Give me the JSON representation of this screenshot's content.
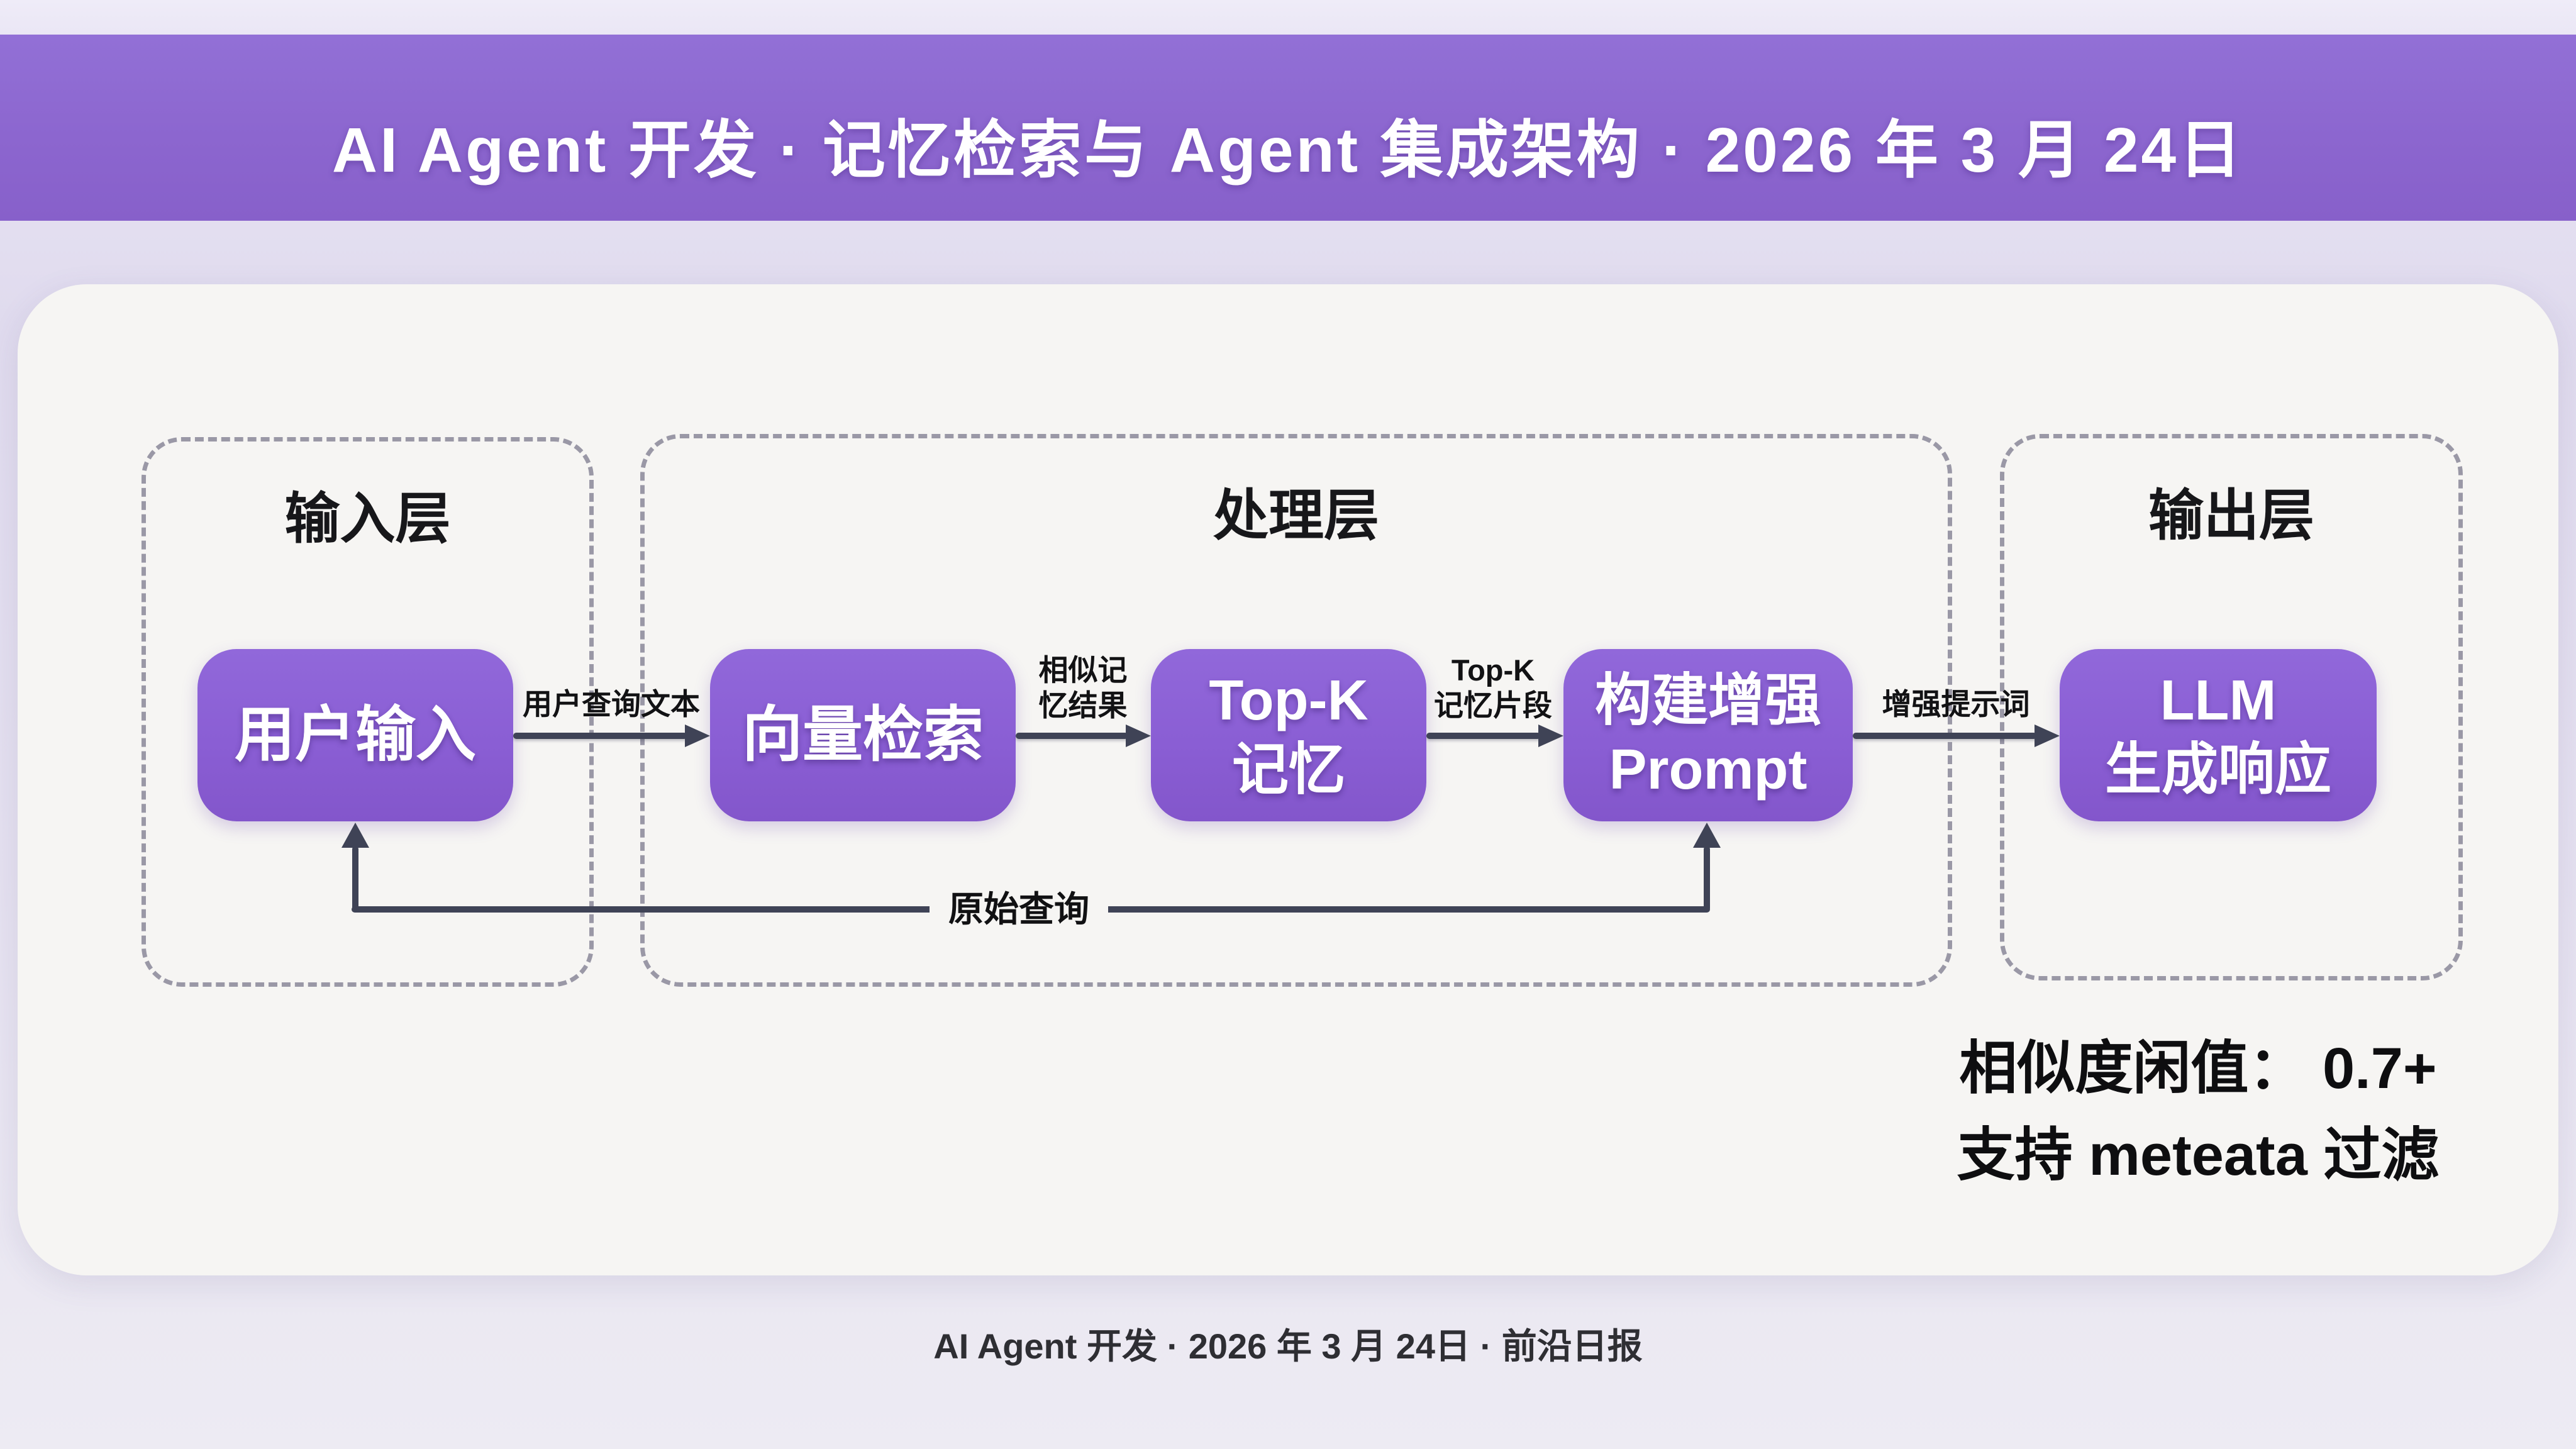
{
  "header": {
    "title": "AI Agent 开发 · 记忆检索与 Agent 集成架构 · 2026 年 3 月 24日"
  },
  "layers": {
    "input": "输入层",
    "process": "处理层",
    "output": "输出层"
  },
  "nodes": {
    "user_input": {
      "label": "用户输入"
    },
    "vector_search": {
      "label": "向量检索"
    },
    "topk_memory": {
      "line1": "Top-K",
      "line2": "记忆"
    },
    "build_prompt": {
      "line1": "构建增强",
      "line2": "Prompt"
    },
    "llm_response": {
      "line1": "LLM",
      "line2": "生成响应"
    }
  },
  "edges": {
    "user_to_vector": {
      "label": "用户查询文本"
    },
    "vector_to_topk": {
      "line1": "相似记",
      "line2": "忆结果"
    },
    "topk_to_prompt": {
      "line1": "Top-K",
      "line2": "记忆片段"
    },
    "prompt_to_llm": {
      "label": "增强提示词"
    },
    "feedback": {
      "label": "原始查询"
    }
  },
  "note": {
    "line1": "相似度闲值： 0.7+",
    "line2": "支持 meteata 过滤"
  },
  "footer": {
    "text": "AI Agent 开发 · 2026 年 3 月 24日 · 前沿日报"
  },
  "colors": {
    "header_bg": "#8c66cf",
    "node_bg": "#8a5ed4",
    "card_bg": "#f6f5f3",
    "arrow": "#3f4356",
    "dashed_border": "#9a98a6",
    "page_bg": "#e5e0f1"
  }
}
